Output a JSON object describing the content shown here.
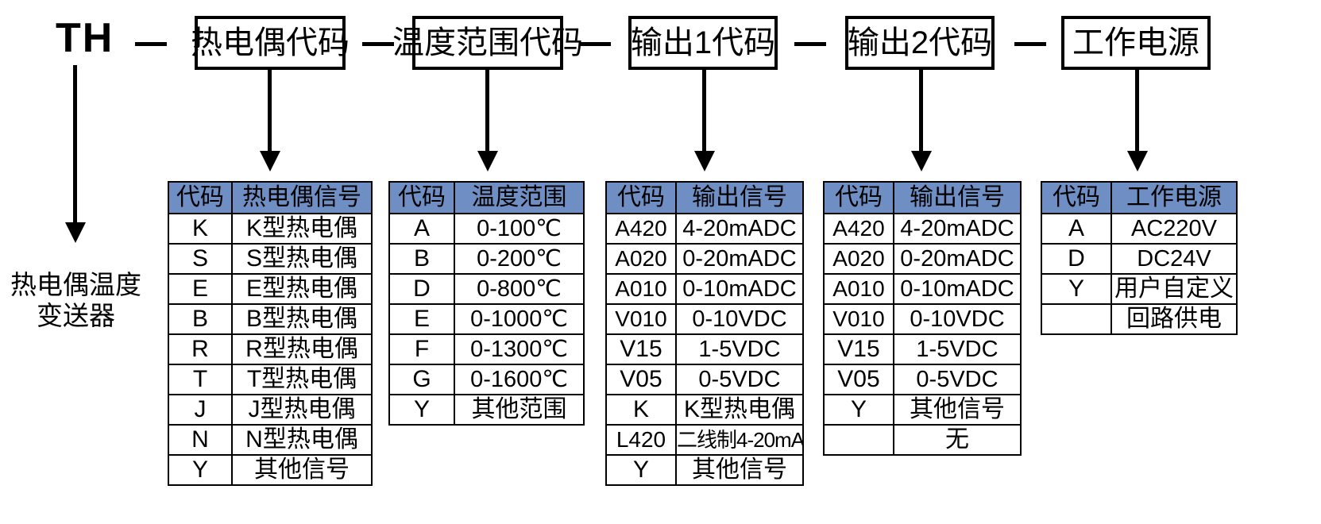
{
  "title_series": "TH",
  "separator": "—",
  "left_caption": {
    "line1": "热电偶温度",
    "line2": "变送器"
  },
  "segments": [
    {
      "label": "热电偶代码"
    },
    {
      "label": "温度范围代码"
    },
    {
      "label": "输出1代码"
    },
    {
      "label": "输出2代码"
    },
    {
      "label": "工作电源"
    }
  ],
  "header_color": "#6f8fc4",
  "tables": [
    {
      "name": "thermocouple-code-table",
      "headers": [
        "代码",
        "热电偶信号"
      ],
      "rows": [
        {
          "code": "K",
          "desc": "K型热电偶"
        },
        {
          "code": "S",
          "desc": "S型热电偶"
        },
        {
          "code": "E",
          "desc": "E型热电偶"
        },
        {
          "code": "B",
          "desc": "B型热电偶"
        },
        {
          "code": "R",
          "desc": "R型热电偶"
        },
        {
          "code": "T",
          "desc": "T型热电偶"
        },
        {
          "code": "J",
          "desc": "J型热电偶"
        },
        {
          "code": "N",
          "desc": "N型热电偶"
        },
        {
          "code": "Y",
          "desc": "其他信号"
        }
      ]
    },
    {
      "name": "temperature-range-table",
      "headers": [
        "代码",
        "温度范围"
      ],
      "rows": [
        {
          "code": "A",
          "desc": "0-100℃"
        },
        {
          "code": "B",
          "desc": "0-200℃"
        },
        {
          "code": "D",
          "desc": "0-800℃"
        },
        {
          "code": "E",
          "desc": "0-1000℃"
        },
        {
          "code": "F",
          "desc": "0-1300℃"
        },
        {
          "code": "G",
          "desc": "0-1600℃"
        },
        {
          "code": "Y",
          "desc": "其他范围"
        }
      ]
    },
    {
      "name": "output1-table",
      "headers": [
        "代码",
        "输出信号"
      ],
      "rows": [
        {
          "code": "A420",
          "desc": "4-20mADC"
        },
        {
          "code": "A020",
          "desc": "0-20mADC"
        },
        {
          "code": "A010",
          "desc": "0-10mADC"
        },
        {
          "code": "V010",
          "desc": "0-10VDC"
        },
        {
          "code": "V15",
          "desc": "1-5VDC"
        },
        {
          "code": "V05",
          "desc": "0-5VDC"
        },
        {
          "code": "K",
          "desc": "K型热电偶"
        },
        {
          "code": "L420",
          "desc": "二线制4-20mA"
        },
        {
          "code": "Y",
          "desc": "其他信号"
        }
      ]
    },
    {
      "name": "output2-table",
      "headers": [
        "代码",
        "输出信号"
      ],
      "rows": [
        {
          "code": "A420",
          "desc": "4-20mADC"
        },
        {
          "code": "A020",
          "desc": "0-20mADC"
        },
        {
          "code": "A010",
          "desc": "0-10mADC"
        },
        {
          "code": "V010",
          "desc": "0-10VDC"
        },
        {
          "code": "V15",
          "desc": "1-5VDC"
        },
        {
          "code": "V05",
          "desc": "0-5VDC"
        },
        {
          "code": "Y",
          "desc": "其他信号"
        },
        {
          "code": "",
          "desc": "无"
        }
      ]
    },
    {
      "name": "power-supply-table",
      "headers": [
        "代码",
        "工作电源"
      ],
      "rows": [
        {
          "code": "A",
          "desc": "AC220V"
        },
        {
          "code": "D",
          "desc": "DC24V"
        },
        {
          "code": "Y",
          "desc": "用户自定义"
        },
        {
          "code": "",
          "desc": "回路供电"
        }
      ]
    }
  ]
}
